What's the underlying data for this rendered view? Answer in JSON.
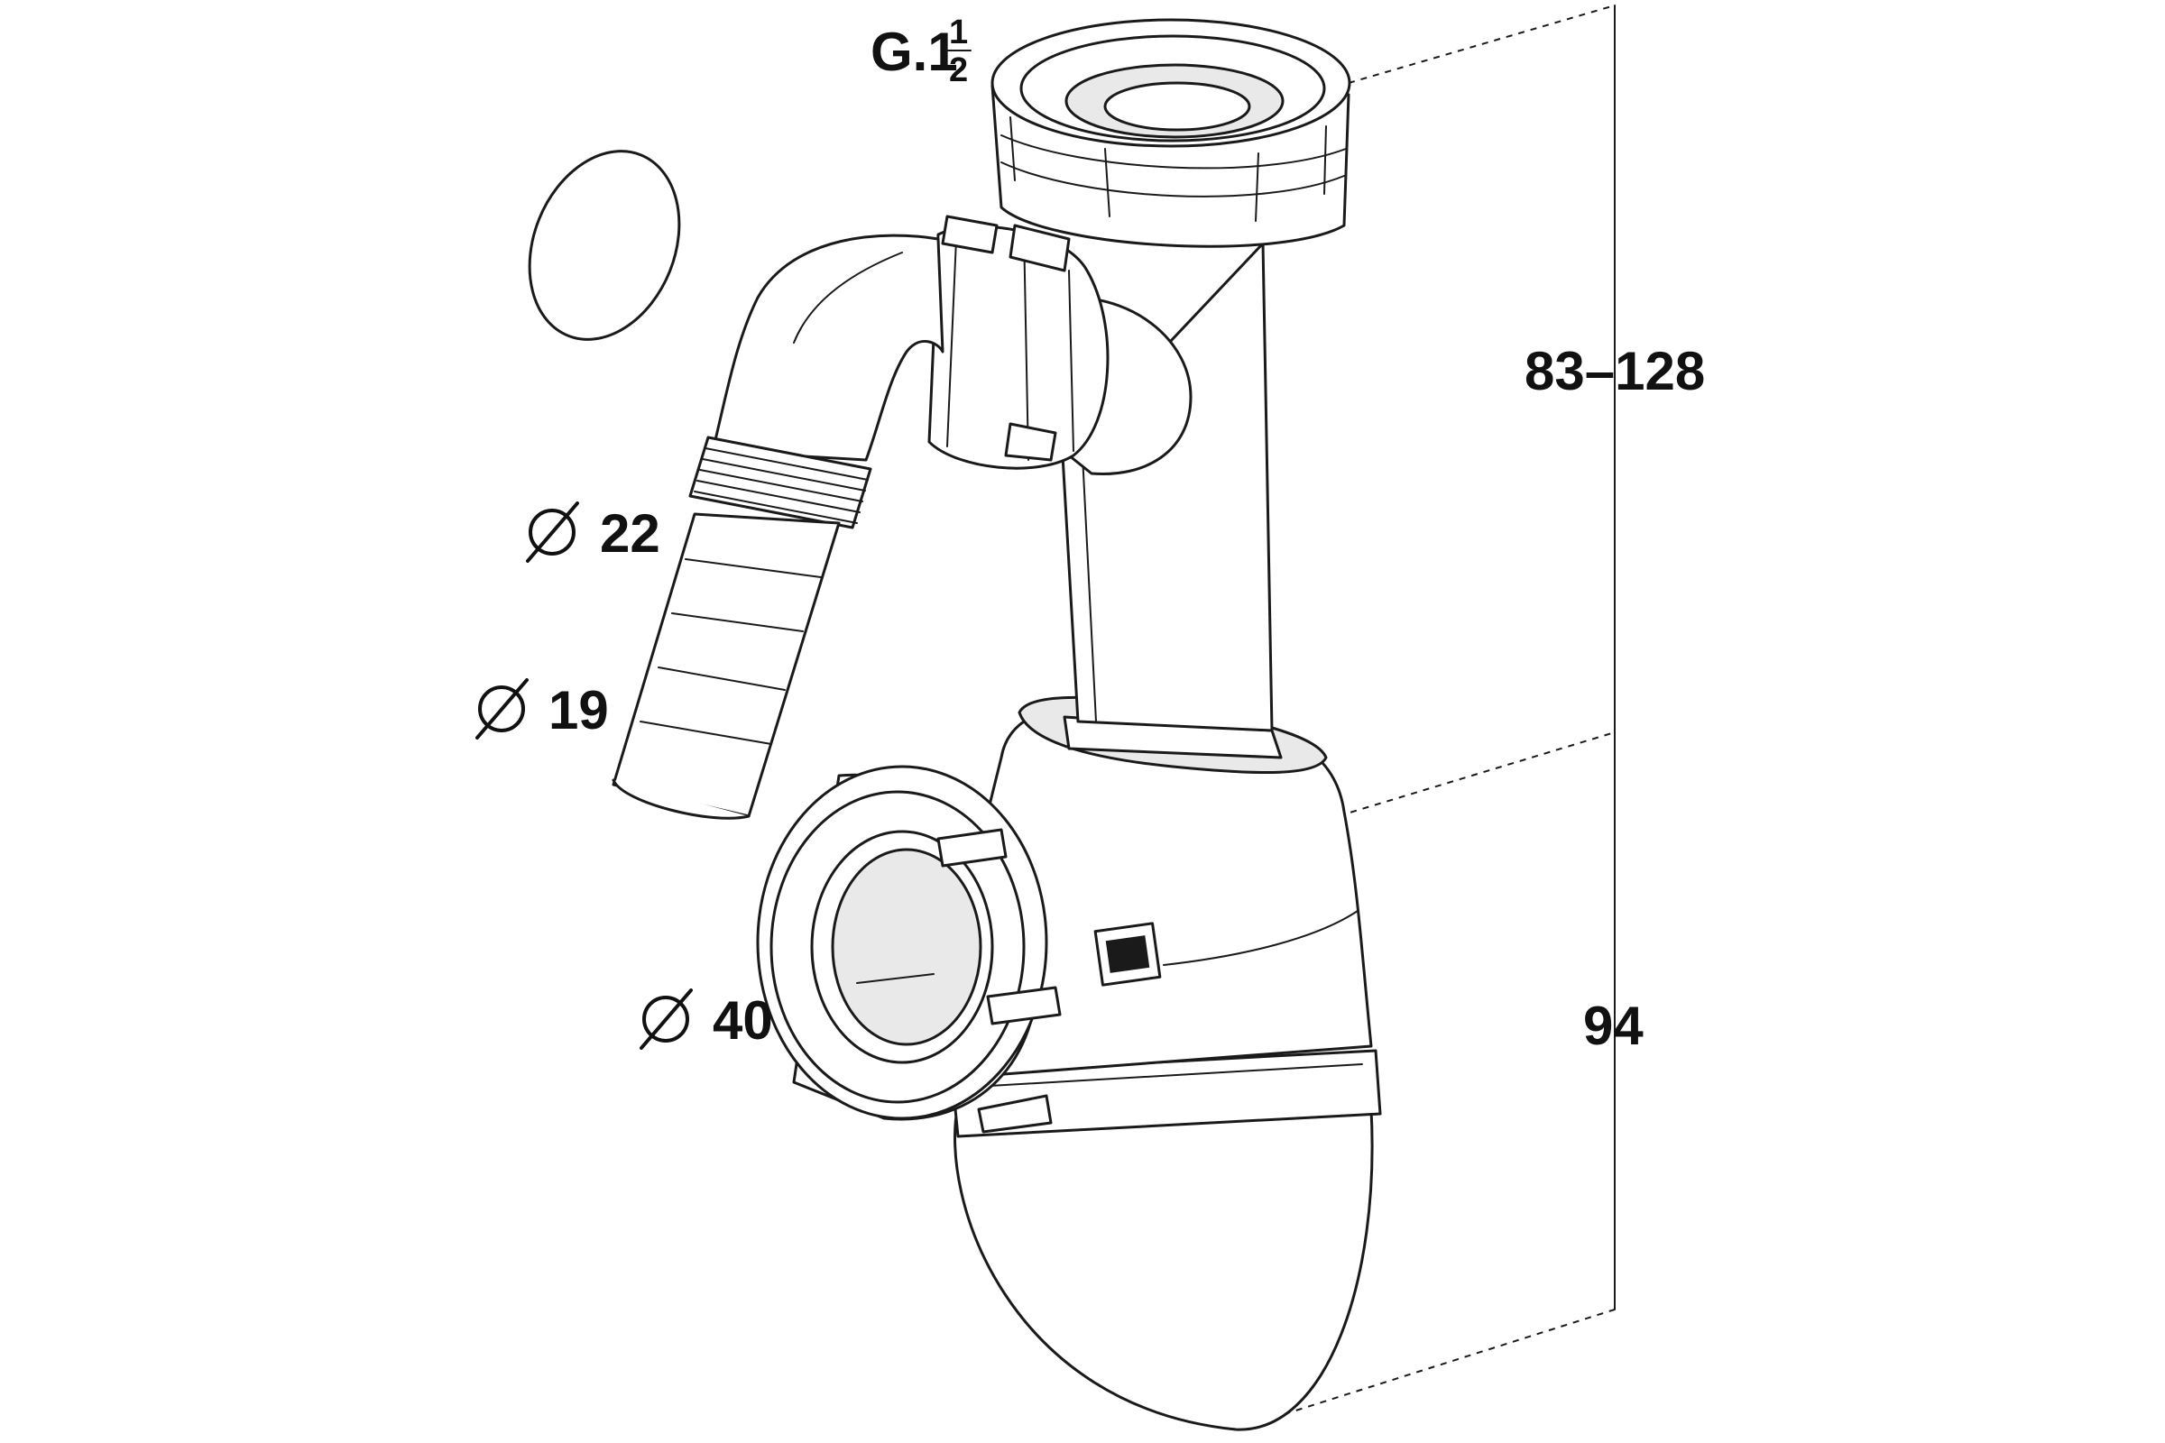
{
  "labels": {
    "thread_prefix": "G.1",
    "thread_num": "1",
    "thread_den": "2",
    "diameter_hose_outer": "22",
    "diameter_hose_inner": "19",
    "diameter_outlet": "40",
    "height_adjustable": "83–128",
    "height_fixed": "94"
  },
  "colors": {
    "line": "#1a1a1a",
    "background": "#ffffff"
  }
}
